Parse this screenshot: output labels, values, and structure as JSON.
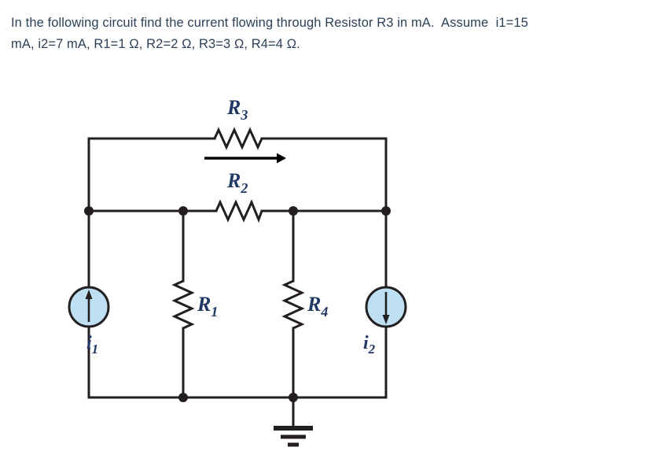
{
  "problem": {
    "line1": "In the following circuit find the current flowing through Resistor R3 in mA.  Assume  i1=15",
    "line2": "mA, i2=7 mA, R1=1 Ω, R2=2 Ω, R3=3 Ω, R4=4 Ω."
  },
  "circuit": {
    "title": "two-current-source-resistor-network",
    "labels": {
      "r1": "R",
      "r1_sub": "1",
      "r2": "R",
      "r2_sub": "2",
      "r3": "R",
      "r3_sub": "3",
      "r4": "R",
      "r4_sub": "4",
      "i1": "i",
      "i1_sub": "1",
      "i2": "i",
      "i2_sub": "2"
    },
    "components": [
      {
        "id": "R1",
        "type": "resistor",
        "orientation": "vertical",
        "value": "1",
        "unit": "Ω"
      },
      {
        "id": "R2",
        "type": "resistor",
        "orientation": "horizontal",
        "value": "2",
        "unit": "Ω"
      },
      {
        "id": "R3",
        "type": "resistor",
        "orientation": "horizontal",
        "value": "3",
        "unit": "Ω"
      },
      {
        "id": "R4",
        "type": "resistor",
        "orientation": "vertical",
        "value": "4",
        "unit": "Ω"
      },
      {
        "id": "i1",
        "type": "current-source",
        "direction": "up",
        "value": "15",
        "unit": "mA"
      },
      {
        "id": "i2",
        "type": "current-source",
        "direction": "down",
        "value": "7",
        "unit": "mA"
      },
      {
        "id": "GND",
        "type": "ground",
        "orientation": "down"
      }
    ],
    "colors": {
      "wire": "#231f20",
      "source_fill": "#bfe0f2",
      "source_stroke": "#231f20",
      "label": "#1f3864",
      "text": "#2c4158",
      "arrow": "#000000"
    }
  }
}
